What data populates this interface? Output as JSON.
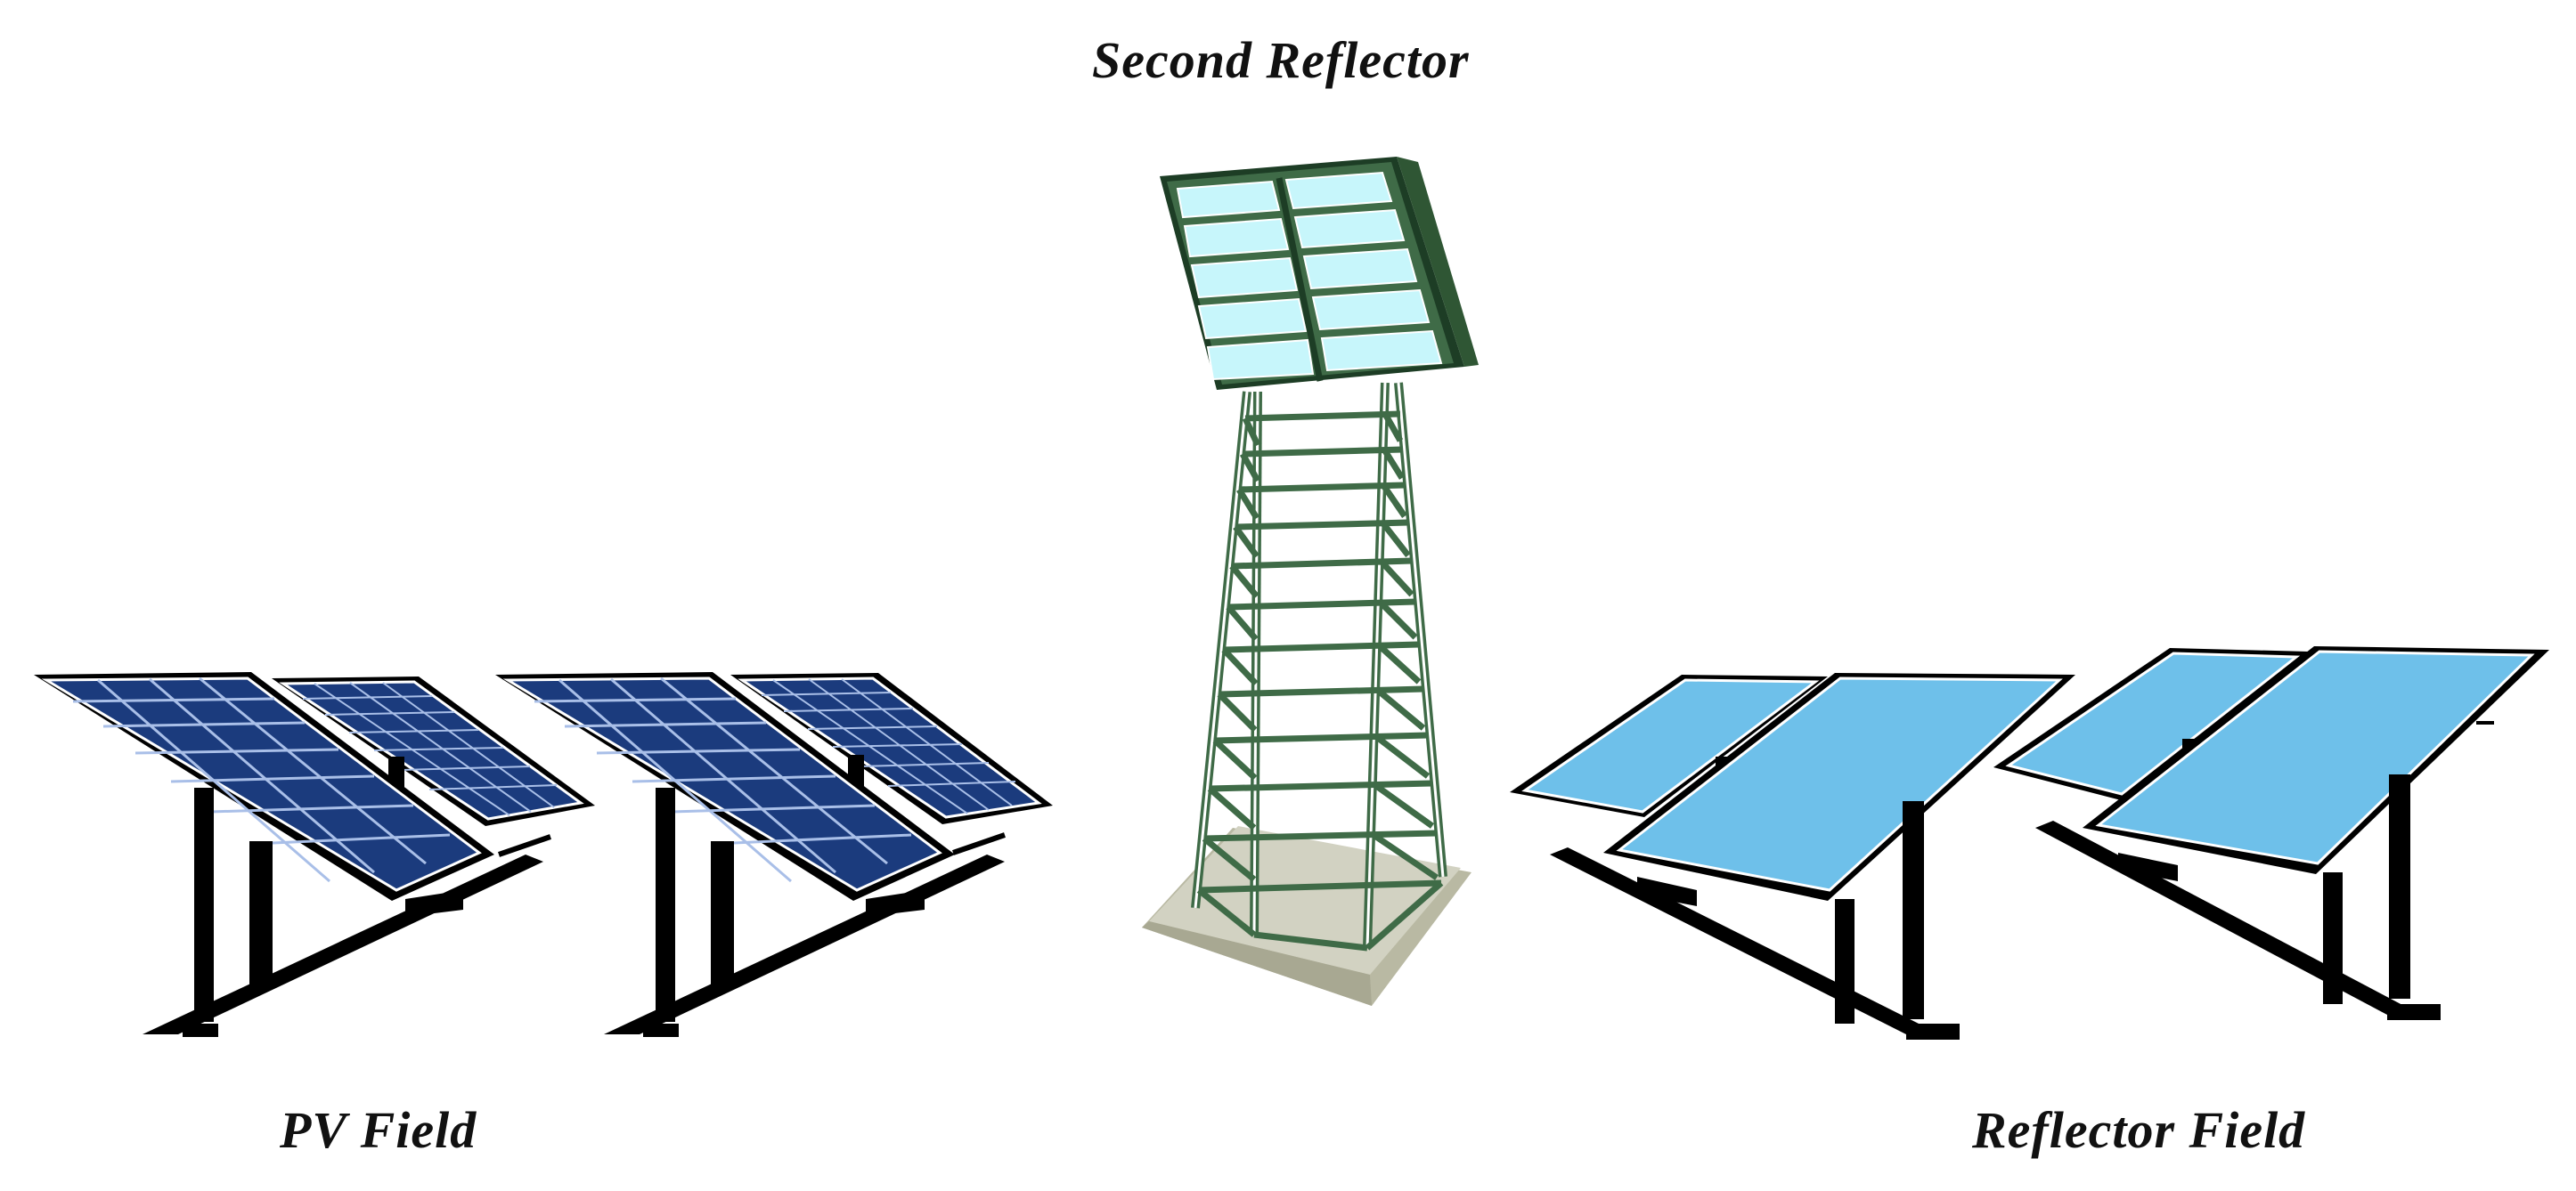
{
  "labels": {
    "second_reflector": "Second Reflector",
    "pv_field": "PV Field",
    "reflector_field": "Reflector Field"
  },
  "colors": {
    "pv_panel": "#1b3b7d",
    "pv_grid": "#a9bfe8",
    "reflector_panel": "#6ec0ea",
    "tower_steel": "#3f6b47",
    "tower_mirror": "#c7f6fb",
    "base": "#cfcfbd",
    "frame": "#000000"
  },
  "icons": [
    "pv-panel-icon",
    "reflector-panel-icon",
    "tower-icon",
    "second-reflector-icon"
  ]
}
